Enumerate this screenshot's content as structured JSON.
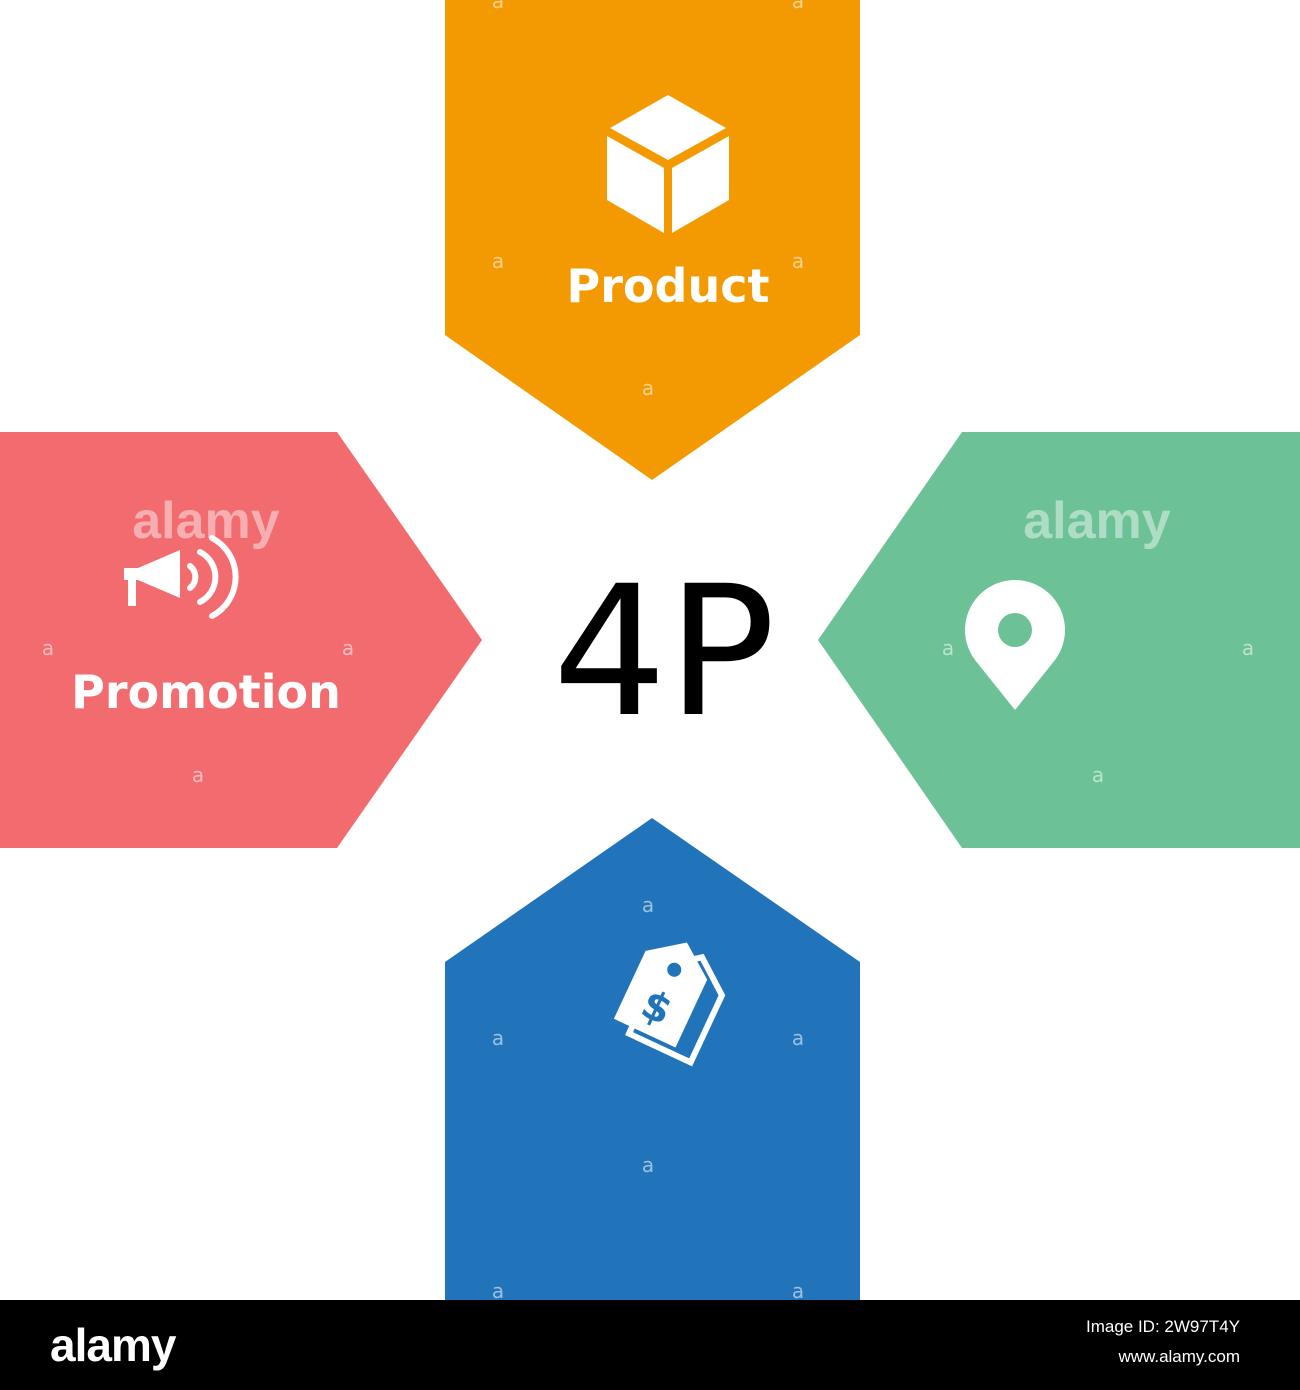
{
  "diagram": {
    "center_label": "4P",
    "items": [
      {
        "key": "product",
        "label": "Product",
        "color": "#f39a03",
        "icon": "box-icon"
      },
      {
        "key": "place",
        "label": "",
        "color": "#6cc196",
        "icon": "location-pin-icon"
      },
      {
        "key": "price",
        "label": "",
        "color": "#2173ba",
        "icon": "price-tag-icon"
      },
      {
        "key": "promotion",
        "label": "Promotion",
        "color": "#f26b6f",
        "icon": "megaphone-icon"
      }
    ],
    "watermark_text": "alamy",
    "watermark_mark": "a"
  },
  "footer": {
    "logo": "alamy",
    "image_id": "Image ID: 2W97T4Y",
    "site": "www.alamy.com"
  }
}
